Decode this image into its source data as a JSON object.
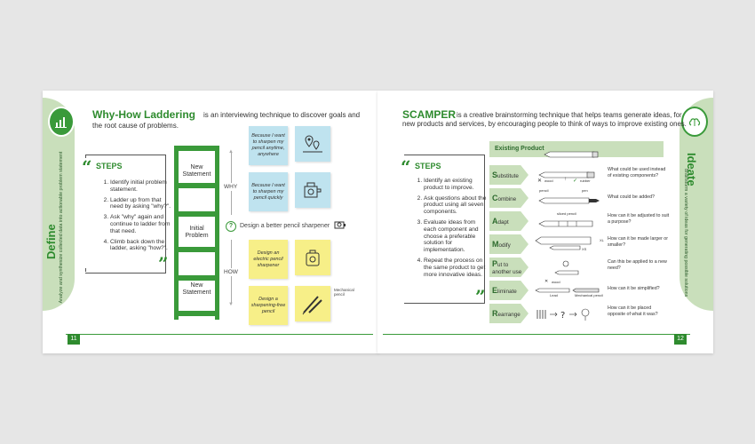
{
  "left_page": {
    "section_label": "Define",
    "section_desc": "Analyze and synthesize collected data into actionable problem statement",
    "title": "Why-How Laddering",
    "subtitle_1": "is an interviewing technique to discover goals and",
    "subtitle_2": "the root cause of problems.",
    "steps_title": "STEPS",
    "steps": [
      "Identify initial problem statement.",
      "Ladder up from that need by asking \"why?\".",
      "Ask \"why\" again and continue to ladder from that need.",
      "Climb back down the ladder, asking \"how?\"."
    ],
    "ladder": {
      "top": "New Statement",
      "middle": "Initial Problem",
      "bottom": "New Statement"
    },
    "why_label": "WHY",
    "how_label": "HOW",
    "question_mark": "?",
    "center_statement": "Design a better pencil sharpener",
    "notes": [
      "Because I want to sharpen my pencil anytime, anywhere",
      "Because I want to sharpen my pencil quickly",
      "Design an electric pencil sharpener",
      "Design a sharpening-free pencil"
    ],
    "mech_label": "Mechanical pencil",
    "page_number": "11"
  },
  "right_page": {
    "section_label": "Ideate",
    "section_desc": "Brainstorm a variety of ideas for generating possible solutions",
    "title": "SCAMPER",
    "subtitle_1": "is a creative brainstorming technique that helps teams generate ideas, for",
    "subtitle_2": "new products and services, by encouraging people to think of ways to improve existing ones.",
    "steps_title": "STEPS",
    "steps": [
      "Identify an existing product to improve.",
      "Ask questions about the product using all seven components.",
      "Evaluate ideas from each component and choose a preferable solution for implementation.",
      "Repeat the process on the same product to get more innovative ideas."
    ],
    "existing_product": "Existing Product",
    "rows": [
      {
        "letter": "S",
        "rest": "ubstitute",
        "question": "What could be used instead of existing components?"
      },
      {
        "letter": "C",
        "rest": "ombine",
        "question": "What could be added?"
      },
      {
        "letter": "A",
        "rest": "dapt",
        "question": "How can it be adjusted to suit a purpose?"
      },
      {
        "letter": "M",
        "rest": "odify",
        "question": "How can it be made larger or smaller?"
      },
      {
        "letter": "P",
        "rest": "ut to another use",
        "question": "Can this be applied to a new need?"
      },
      {
        "letter": "E",
        "rest": "liminate",
        "question": "How can it be simplified?"
      },
      {
        "letter": "R",
        "rest": "earrange",
        "question": "How can it be placed opposite of what it was?"
      }
    ],
    "img_labels": {
      "wood": "wood",
      "rubber": "rubber",
      "pencil": "pencil",
      "pen": "pen",
      "sliced": "sliced pencil",
      "xl": "XL",
      "xs": "XS",
      "wood2": "wood",
      "lead": "Lead",
      "mech": "Mechanical pencil"
    },
    "page_number": "12"
  },
  "colors": {
    "accent": "#2e8b2e",
    "light_green": "#c9dfbb",
    "note_blue": "#bfe3ef",
    "note_yellow": "#f7ef88"
  }
}
